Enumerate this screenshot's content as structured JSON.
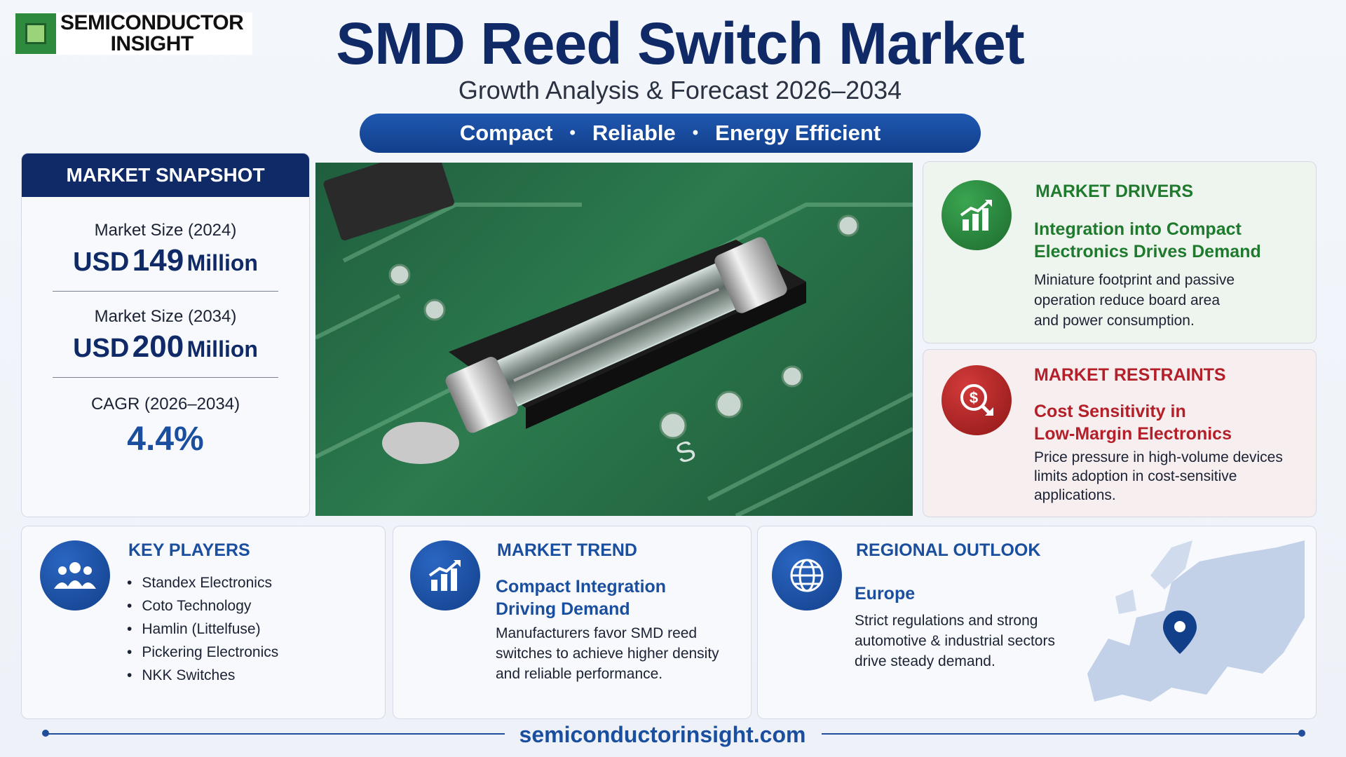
{
  "brand": {
    "line1": "SEMICONDUCTOR",
    "line2": "INSIGHT"
  },
  "header": {
    "title": "SMD Reed Switch Market",
    "subtitle": "Growth Analysis & Forecast 2026–2034",
    "tags": [
      "Compact",
      "Reliable",
      "Energy Efficient"
    ],
    "separator": "•"
  },
  "snapshot": {
    "heading": "MARKET SNAPSHOT",
    "size_2024": {
      "label": "Market Size (2024)",
      "currency": "USD",
      "value": "149",
      "unit": "Million"
    },
    "size_2034": {
      "label": "Market Size (2034)",
      "currency": "USD",
      "value": "200",
      "unit": "Million"
    },
    "cagr": {
      "label": "CAGR (2026–2034)",
      "value": "4.4%"
    }
  },
  "drivers": {
    "heading": "MARKET DRIVERS",
    "subheading_l1": "Integration into Compact",
    "subheading_l2": "Electronics Drives Demand",
    "text_l1": "Miniature footprint and passive",
    "text_l2": "operation reduce board area",
    "text_l3": "and power consumption.",
    "icon": "growth-chart-icon"
  },
  "restraints": {
    "heading": "MARKET RESTRAINTS",
    "subheading_l1": "Cost Sensitivity in",
    "subheading_l2": "Low-Margin Electronics",
    "text_l1": "Price pressure in high-volume devices",
    "text_l2": "limits adoption in cost-sensitive",
    "text_l3": "applications.",
    "icon": "dollar-down-icon"
  },
  "players": {
    "heading": "KEY PLAYERS",
    "items": [
      "Standex Electronics",
      "Coto Technology",
      "Hamlin (Littelfuse)",
      "Pickering Electronics",
      "NKK Switches"
    ],
    "icon": "group-icon"
  },
  "trend": {
    "heading": "MARKET TREND",
    "subheading_l1": "Compact Integration",
    "subheading_l2": "Driving Demand",
    "text_l1": "Manufacturers favor SMD reed",
    "text_l2": "switches to achieve higher density",
    "text_l3": "and reliable performance.",
    "icon": "trend-chart-icon"
  },
  "regional": {
    "heading": "REGIONAL OUTLOOK",
    "region": "Europe",
    "text_l1": "Strict regulations and strong",
    "text_l2": "automotive & industrial sectors",
    "text_l3": "drive steady demand.",
    "icon": "globe-icon"
  },
  "footer": {
    "url": "semiconductorinsight.com"
  },
  "colors": {
    "navy": "#0f2a66",
    "blue": "#1a4e9e",
    "green": "#1f7a2e",
    "red": "#b3202a"
  }
}
